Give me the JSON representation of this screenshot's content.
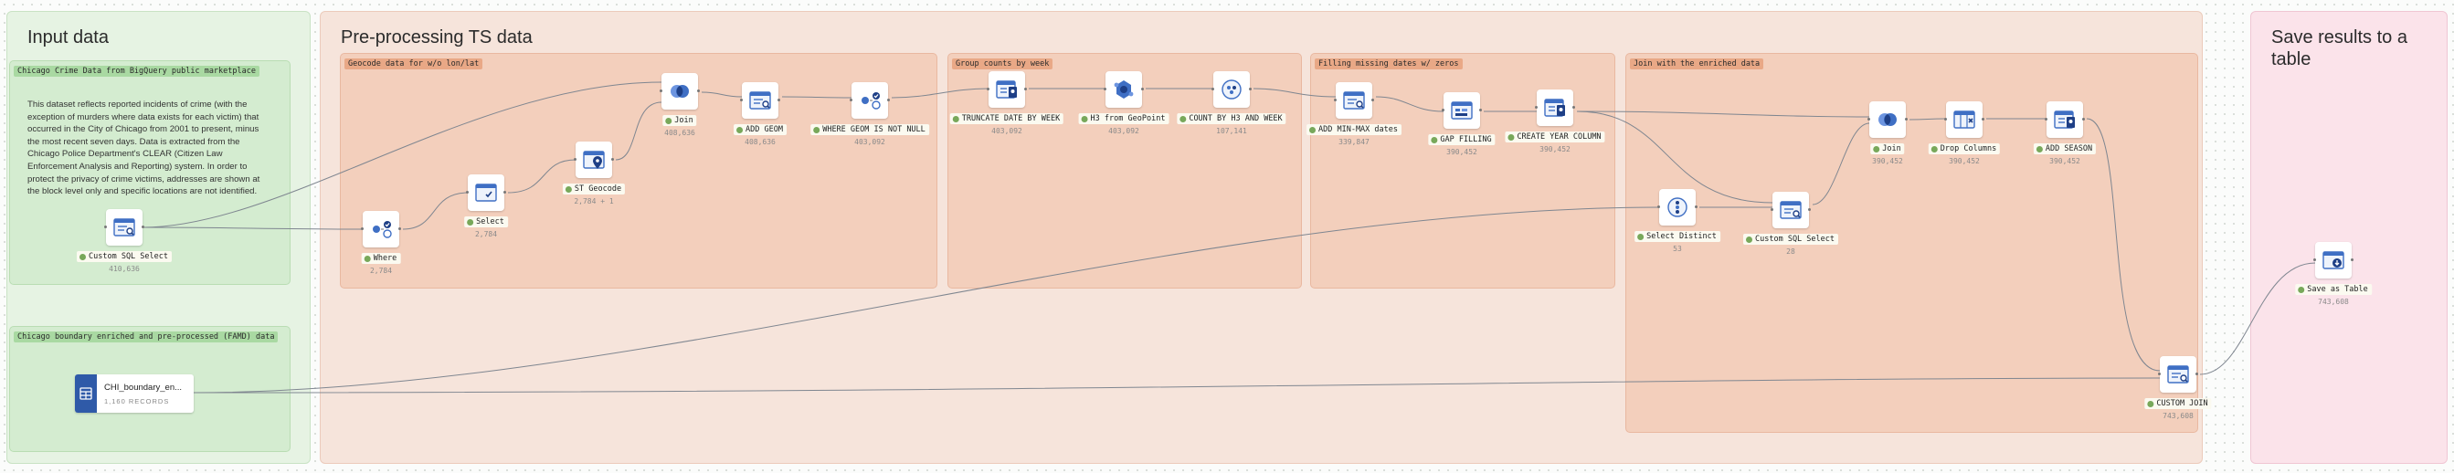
{
  "groups": {
    "input": "Input data",
    "preprocess": "Pre-processing TS data",
    "save": "Save results to a table"
  },
  "subgroups": {
    "crime": "Chicago Crime Data from BigQuery public marketplace",
    "boundary": "Chicago boundary enriched and pre-processed (FAMD) data",
    "geocode": "Geocode data for w/o lon/lat",
    "group_week": "Group counts by week",
    "fill_missing": "Filling missing dates w/ zeros",
    "join_enriched": "Join with the enriched data"
  },
  "description": "This dataset reflects reported incidents of crime (with the exception of murders where data exists for each victim) that occurred in the City of Chicago from 2001 to present, minus the most recent seven days. Data is extracted from the Chicago Police Department's CLEAR (Citizen Law Enforcement Analysis and Reporting) system. In order to protect the privacy of crime victims, addresses are shown at the block level only and specific locations are not identified.",
  "datasource": {
    "name": "CHI_boundary_en...",
    "count": "1,160 RECORDS",
    "icon": "table-icon"
  },
  "nodes": {
    "custom_sql": {
      "label": "Custom SQL Select",
      "count": "410,636",
      "icon": "sql-icon"
    },
    "where": {
      "label": "Where",
      "count": "2,784",
      "icon": "filter-check-icon"
    },
    "select": {
      "label": "Select",
      "count": "2,784",
      "icon": "select-icon"
    },
    "st_geocode": {
      "label": "ST Geocode",
      "count": "2,784 + 1",
      "icon": "geocode-pin-icon"
    },
    "join1": {
      "label": "Join",
      "count": "408,636",
      "icon": "join-icon"
    },
    "add_geom": {
      "label": "ADD GEOM",
      "count": "408,636",
      "icon": "sql-icon"
    },
    "where_geom": {
      "label": "WHERE GEOM IS NOT NULL",
      "count": "403,092",
      "icon": "filter-check-icon"
    },
    "truncate": {
      "label": "TRUNCATE DATE BY WEEK",
      "count": "403,092",
      "icon": "date-pin-icon"
    },
    "h3": {
      "label": "H3 from GeoPoint",
      "count": "403,092",
      "icon": "h3-hex-icon"
    },
    "count_h3": {
      "label": "COUNT BY H3 AND WEEK",
      "count": "107,141",
      "icon": "count-aggregate-icon"
    },
    "add_minmax": {
      "label": "ADD MIN-MAX dates",
      "count": "339,847",
      "icon": "sql-icon"
    },
    "gap_filling": {
      "label": "GAP FILLING",
      "count": "390,452",
      "icon": "gap-fill-icon"
    },
    "create_year": {
      "label": "CREATE YEAR COLUMN",
      "count": "390,452",
      "icon": "date-pin-icon"
    },
    "select_distinct": {
      "label": "Select Distinct",
      "count": "53",
      "icon": "distinct-icon"
    },
    "custom_sql2": {
      "label": "Custom SQL Select",
      "count": "28",
      "icon": "sql-icon"
    },
    "join2": {
      "label": "Join",
      "count": "390,452",
      "icon": "join-icon"
    },
    "drop_columns": {
      "label": "Drop Columns",
      "count": "390,452",
      "icon": "drop-columns-icon"
    },
    "add_season": {
      "label": "ADD SEASON",
      "count": "390,452",
      "icon": "date-pin-icon"
    },
    "custom_join": {
      "label": "CUSTOM JOIN",
      "count": "743,608",
      "icon": "sql-icon"
    },
    "save_table": {
      "label": "Save as Table",
      "count": "743,608",
      "icon": "save-table-icon"
    }
  },
  "colors": {
    "input_bg": "#e4f3e2",
    "preprocess_bg": "#f7e3da",
    "save_bg": "#fbe2ea",
    "sub_bg": "#f3cdb9",
    "sub_label": "#e8a682",
    "green_label": "#a8d8a0",
    "status_ok": "#78a85a",
    "datasource_band": "#2f5aa8"
  }
}
